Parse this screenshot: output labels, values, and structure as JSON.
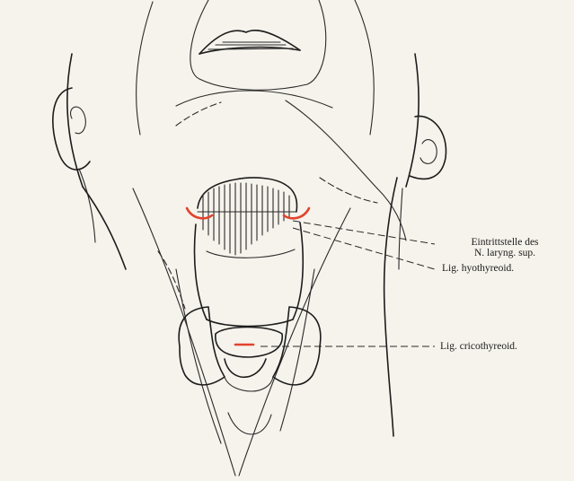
{
  "labels": {
    "nerve_entry_line1": "Eintrittstelle des",
    "nerve_entry_line2": "N. laryng. sup.",
    "lig_hyothyreoid": "Lig. hyothyreoid.",
    "lig_cricothyreoid": "Lig. cricothyreoid."
  },
  "colors": {
    "accent": "#e2432e",
    "ink": "#1c1c1c",
    "paper": "#f6f3ec"
  }
}
